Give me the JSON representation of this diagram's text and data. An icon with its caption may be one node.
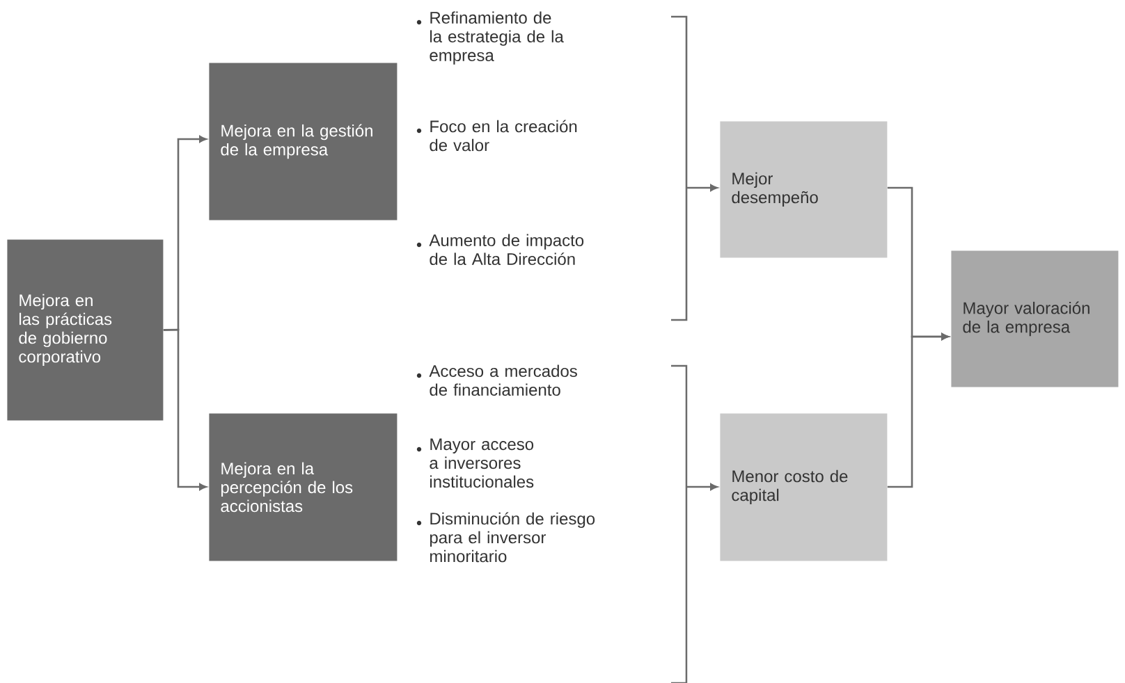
{
  "diagram": {
    "nodes": [
      {
        "text": [
          "Mejora en las prácticas de gobierno corporativo"
        ]
      },
      {
        "text": [
          "Mejora en la gestión de la empresa"
        ],
        "beside": [
          "Refinamiento de la estrategia de la empresa",
          "Foco en la creación de valor",
          "Aumento de impacto de la Alta Dirección"
        ]
      },
      {
        "text": [
          "Mejora en la percepción de los accionistas"
        ],
        "beside": [
          "Acceso a mercados de financiamiento",
          "Mayor acceso a inversores institucionales",
          "Disminución de riesgo para el inversor minoritario"
        ]
      },
      {
        "text": [
          "Mejor desempeño"
        ]
      },
      {
        "text": [
          "Menor costo de capital"
        ]
      },
      {
        "text": [
          "Mayor valoración de la empresa"
        ]
      },
      {
        "text": [],
        "shape": "bracket"
      },
      {
        "text": [],
        "shape": "bracket"
      }
    ],
    "edges": [
      {
        "from": 0,
        "to": 1,
        "arrow": "to"
      },
      {
        "from": 0,
        "to": 2,
        "arrow": "to"
      },
      {
        "from": 6,
        "to": 3,
        "arrow": "to"
      },
      {
        "from": 7,
        "to": 4,
        "arrow": "to"
      },
      {
        "from": 3,
        "to": 5,
        "arrow": "to"
      },
      {
        "from": 4,
        "to": 5,
        "arrow": "to"
      }
    ]
  }
}
